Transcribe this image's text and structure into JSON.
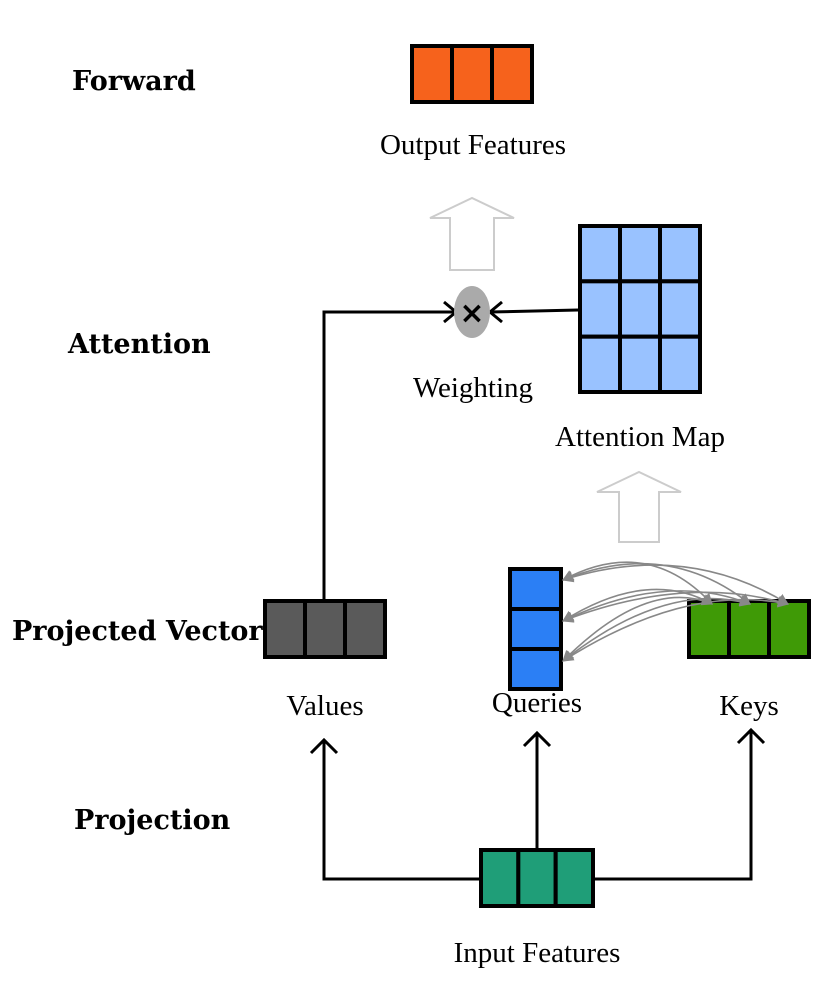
{
  "stages": {
    "forward": "Forward",
    "attention": "Attention",
    "projected": "Projected Vectors",
    "projection": "Projection"
  },
  "captions": {
    "output": "Output Features",
    "weighting": "Weighting",
    "attention_map": "Attention Map",
    "values": "Values",
    "queries": "Queries",
    "keys": "Keys",
    "input": "Input Features"
  },
  "operator_symbol": "×",
  "colors": {
    "output": "#f6621c",
    "attention_map": "#99c2ff",
    "values": "#5a5a5a",
    "queries": "#2b7ff5",
    "keys": "#3f9a06",
    "input": "#1f9e78",
    "weighting_node": "#aaaaaa",
    "hollow_arrow": "#cccccc",
    "pair_arrow": "#888888"
  },
  "grids": {
    "output": {
      "rows": 1,
      "cols": 3
    },
    "attention_map": {
      "rows": 3,
      "cols": 3
    },
    "values": {
      "rows": 1,
      "cols": 3
    },
    "queries": {
      "rows": 3,
      "cols": 1
    },
    "keys": {
      "rows": 1,
      "cols": 3
    },
    "input": {
      "rows": 1,
      "cols": 3
    }
  }
}
